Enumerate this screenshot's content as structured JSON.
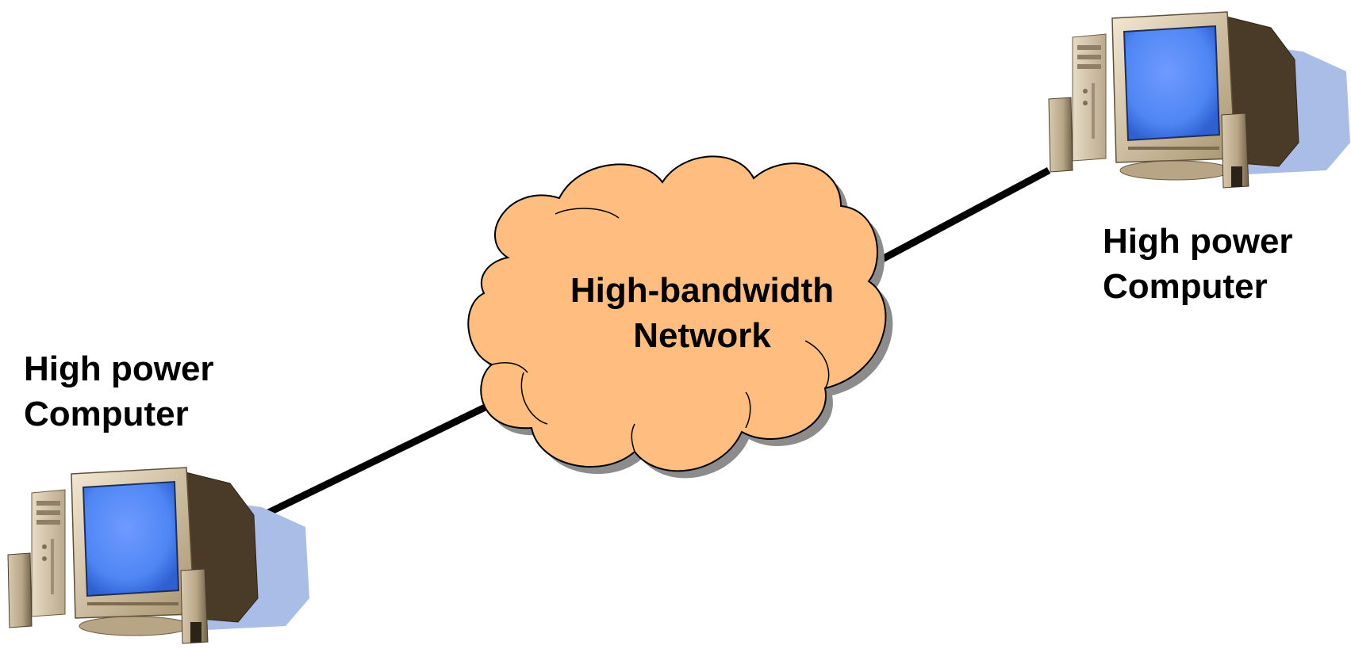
{
  "diagram": {
    "nodes": {
      "left_computer": {
        "label_line1": "High power",
        "label_line2": "Computer"
      },
      "right_computer": {
        "label_line1": "High power",
        "label_line2": "Computer"
      },
      "network": {
        "label_line1": "High-bandwidth",
        "label_line2": "Network"
      }
    },
    "edges": [
      {
        "from": "left_computer",
        "to": "network"
      },
      {
        "from": "network",
        "to": "right_computer"
      }
    ],
    "colors": {
      "cloud_fill": "#FFBD7F",
      "cloud_shadow": "#8C8C8C",
      "link": "#000000",
      "screen": "#4F86F4",
      "computer_shadow": "#A9BDE6",
      "case": "#CFC3AE"
    },
    "icons": {
      "computer": "desktop-computer-icon",
      "network": "cloud-icon"
    }
  }
}
